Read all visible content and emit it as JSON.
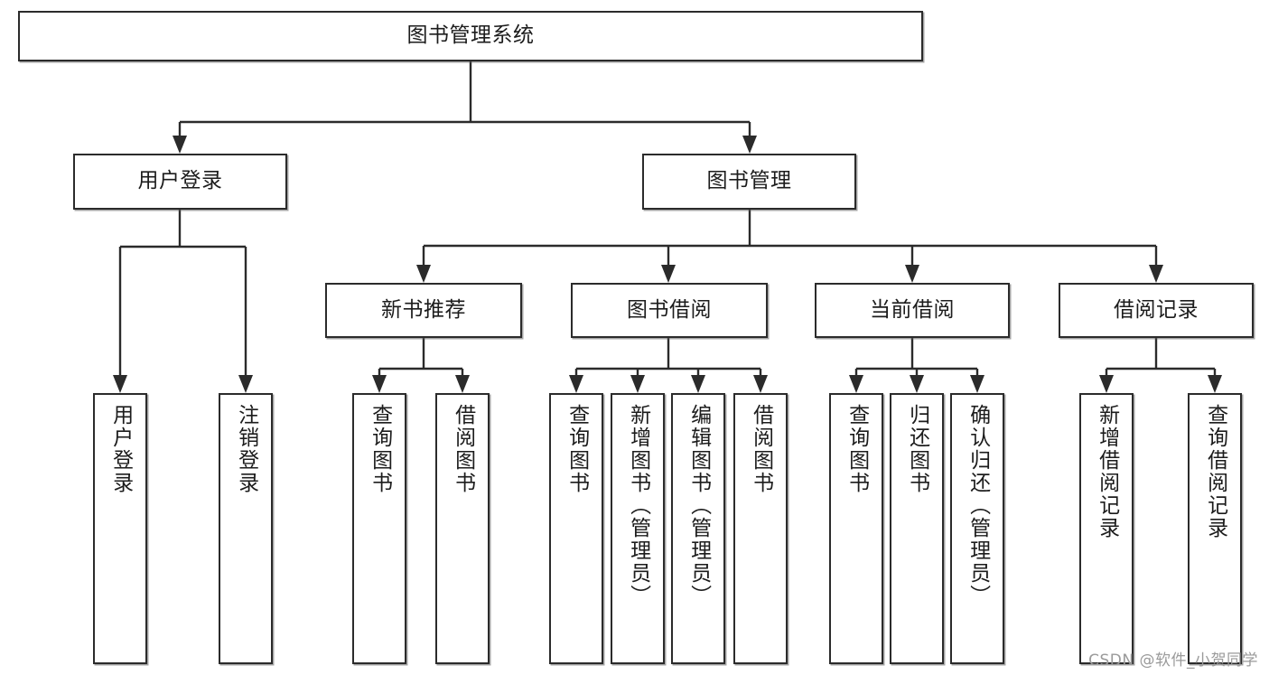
{
  "diagram": {
    "type": "tree",
    "title": "图书管理系统",
    "watermark": "CSDN @软件_小贺同学",
    "root": {
      "label": "图书管理系统"
    },
    "level2": [
      {
        "label": "用户登录"
      },
      {
        "label": "图书管理"
      }
    ],
    "level3": [
      {
        "label": "新书推荐"
      },
      {
        "label": "图书借阅"
      },
      {
        "label": "当前借阅"
      },
      {
        "label": "借阅记录"
      }
    ],
    "leaves": {
      "user_login": [
        {
          "label": "用户登录"
        },
        {
          "label": "注销登录"
        }
      ],
      "new_book_recommend": [
        {
          "label": "查询图书"
        },
        {
          "label": "借阅图书"
        }
      ],
      "book_borrow": [
        {
          "label": "查询图书"
        },
        {
          "label": "新增图书（管理员）"
        },
        {
          "label": "编辑图书（管理员）"
        },
        {
          "label": "借阅图书"
        }
      ],
      "current_borrow": [
        {
          "label": "查询图书"
        },
        {
          "label": "归还图书"
        },
        {
          "label": "确认归还（管理员）"
        }
      ],
      "borrow_record": [
        {
          "label": "新增借阅记录"
        },
        {
          "label": "查询借阅记录"
        }
      ]
    },
    "colors": {
      "stroke": "#2b2b2b",
      "fill": "#ffffff",
      "text": "#1c1c1c",
      "watermark": "#9a9a9a"
    }
  }
}
